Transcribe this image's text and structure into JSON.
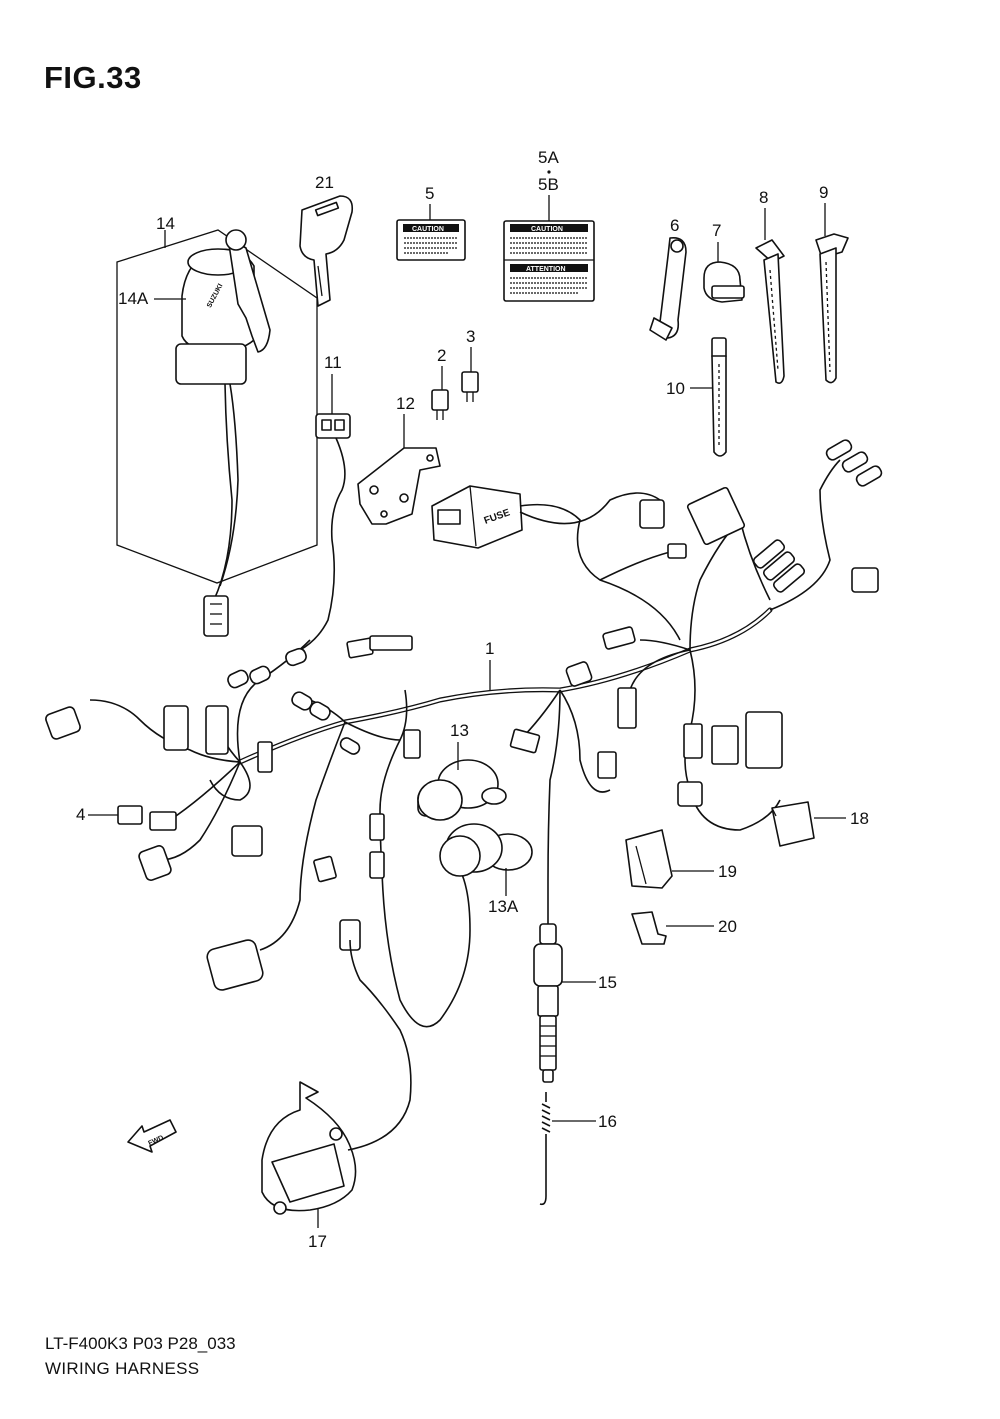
{
  "figure": {
    "title": "FIG.33",
    "model_code": "LT-F400K3 P03 P28_033",
    "caption": "WIRING HARNESS"
  },
  "labels": {
    "l1": "1",
    "l2": "2",
    "l3": "3",
    "l4": "4",
    "l5": "5",
    "l5a": "5A",
    "l5b": "5B",
    "l6": "6",
    "l7": "7",
    "l8": "8",
    "l9": "9",
    "l10": "10",
    "l11": "11",
    "l12": "12",
    "l13": "13",
    "l13a": "13A",
    "l14": "14",
    "l14a": "14A",
    "l15": "15",
    "l16": "16",
    "l17": "17",
    "l18": "18",
    "l19": "19",
    "l20": "20",
    "l21": "21"
  },
  "decals": {
    "caution": "CAUTION",
    "attention": "ATTENTION",
    "fuse": "FUSE",
    "fwd": "FWD",
    "brand": "SUZUKI"
  }
}
